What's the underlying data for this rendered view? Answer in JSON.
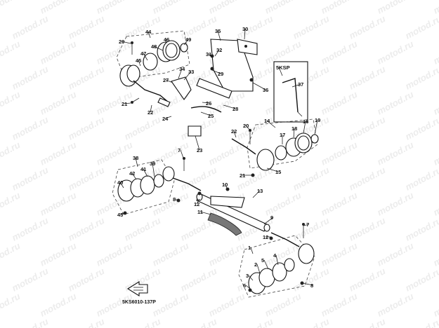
{
  "watermark": "motod.ru",
  "callouts": [
    "20",
    "44",
    "46",
    "48",
    "49",
    "47",
    "45",
    "21",
    "22",
    "35",
    "30",
    "31",
    "32",
    "29",
    "34",
    "33",
    "27",
    "25",
    "26",
    "28",
    "24",
    "23",
    "36",
    "5KSP",
    "37",
    "14",
    "16",
    "19",
    "18",
    "17",
    "15",
    "21",
    "22",
    "20",
    "7",
    "38",
    "39",
    "41",
    "42",
    "40",
    "43",
    "8",
    "12",
    "10",
    "13",
    "11",
    "9",
    "12",
    "7",
    "1",
    "2",
    "4",
    "5",
    "3",
    "6",
    "8"
  ],
  "diagram_code": "5KS6010-137P"
}
